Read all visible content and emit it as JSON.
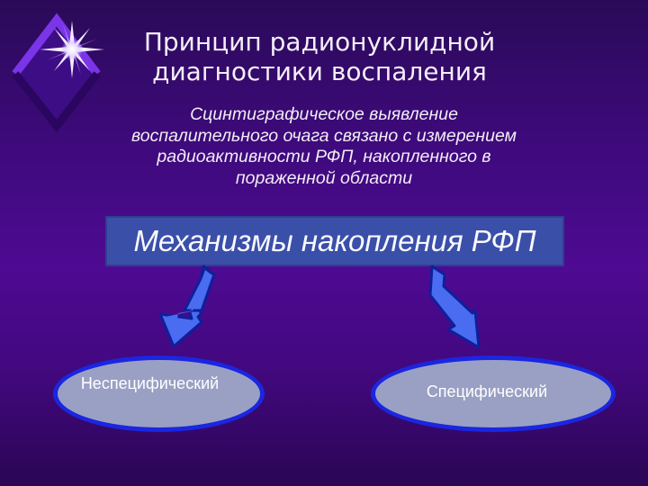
{
  "slide": {
    "logo_icon": "diamond-with-sparkle-icon",
    "title_lines": [
      "Принцип радионуклидной",
      "диагностики воспаления"
    ],
    "subtitle_lines": [
      "Сцинтиграфическое выявление",
      "воспалительного очага связано с измерением",
      "радиоактивности РФП, накопленного в",
      "пораженной области"
    ],
    "mechanisms_box": "Механизмы накопления РФП",
    "branches": [
      {
        "label": "Неспецифический",
        "arrow_icon": "arrow-down-left-icon"
      },
      {
        "label": "Специфический",
        "arrow_icon": "arrow-down-right-icon"
      }
    ]
  },
  "colors": {
    "background_top": "#2a0a58",
    "background_mid": "#4e0a92",
    "background_bottom": "#2a0655",
    "box_fill": "#3a4fa8",
    "arrow_fill": "#4a6cf0",
    "oval_fill": "#9aa0c4",
    "oval_border": "#1a26e0"
  }
}
